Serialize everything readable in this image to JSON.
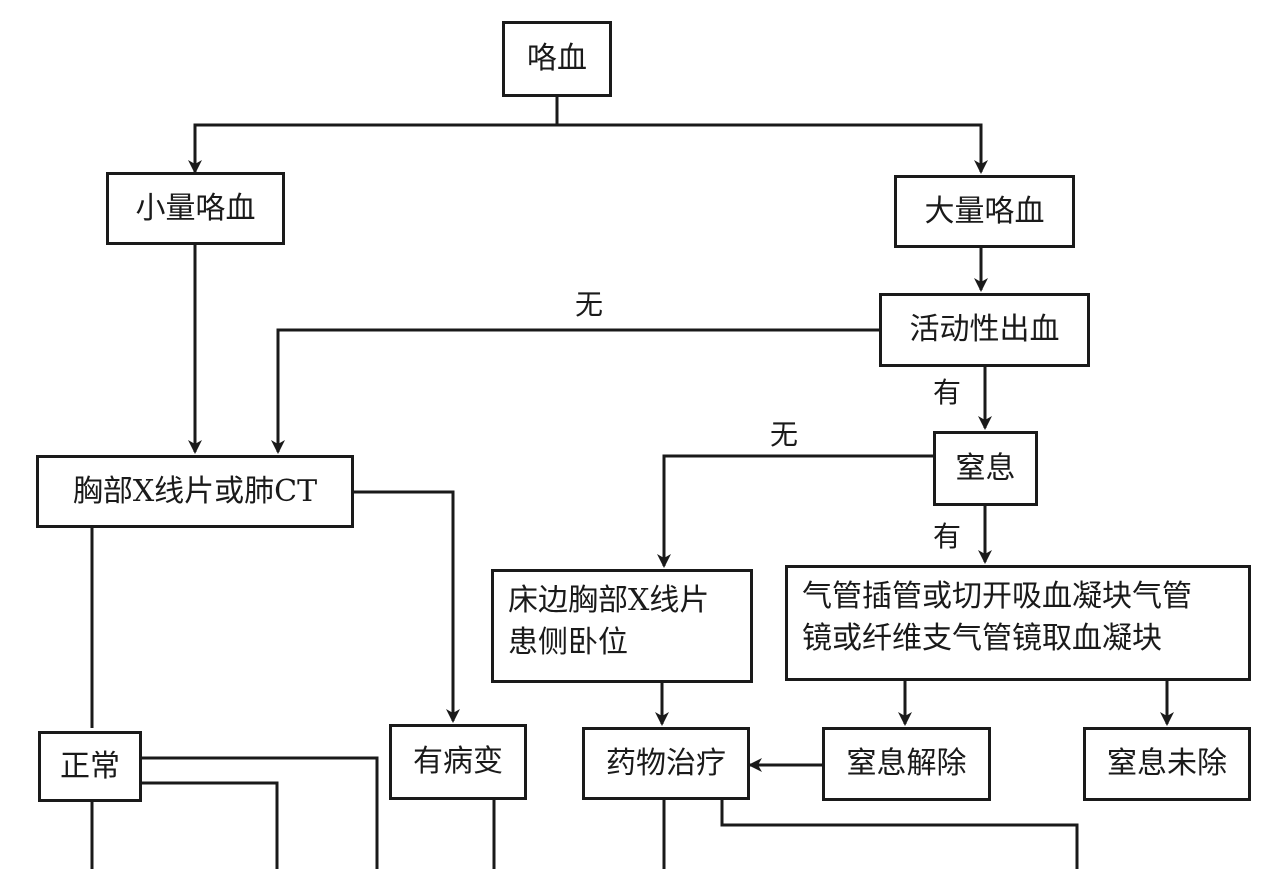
{
  "nodes": {
    "hemoptysis": "咯血",
    "small": "小量咯血",
    "large": "大量咯血",
    "active": "活动性出血",
    "ct": "胸部X线片或肺CT",
    "asphyxia": "窒息",
    "bedside_line1": "床边胸部X线片",
    "bedside_line2": "患侧卧位",
    "intubation_line1": "气管插管或切开吸血凝块气管",
    "intubation_line2": "镜或纤维支气管镜取血凝块",
    "normal": "正常",
    "lesion": "有病变",
    "drug": "药物治疗",
    "relieved": "窒息解除",
    "unrelieved": "窒息未除"
  },
  "edge_labels": {
    "active_no": "无",
    "active_yes": "有",
    "asphyxia_no": "无",
    "asphyxia_yes": "有"
  }
}
